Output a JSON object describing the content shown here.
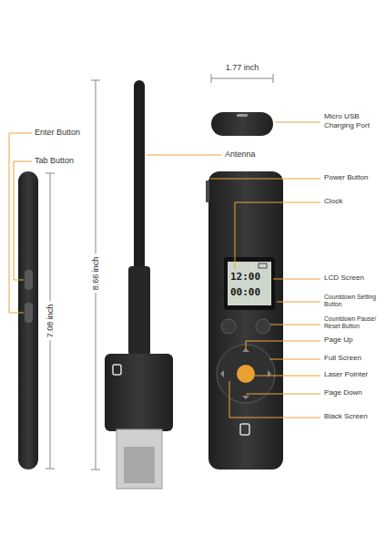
{
  "diagram": {
    "labels": [
      "Enter Button",
      "Tab Button",
      "7.08 inch",
      "8.66 inch",
      "Antenna",
      "1.77 inch",
      "Micro USB Charging Port",
      "Power Button",
      "Clock",
      "12:00",
      "00:00",
      "LCD Screen",
      "Countdown Setting Button",
      "Countdown Pause/ Reset Button",
      "Page Up",
      "Full Screen",
      "Laser Pointer",
      "Page Down",
      "Black Screen"
    ]
  }
}
